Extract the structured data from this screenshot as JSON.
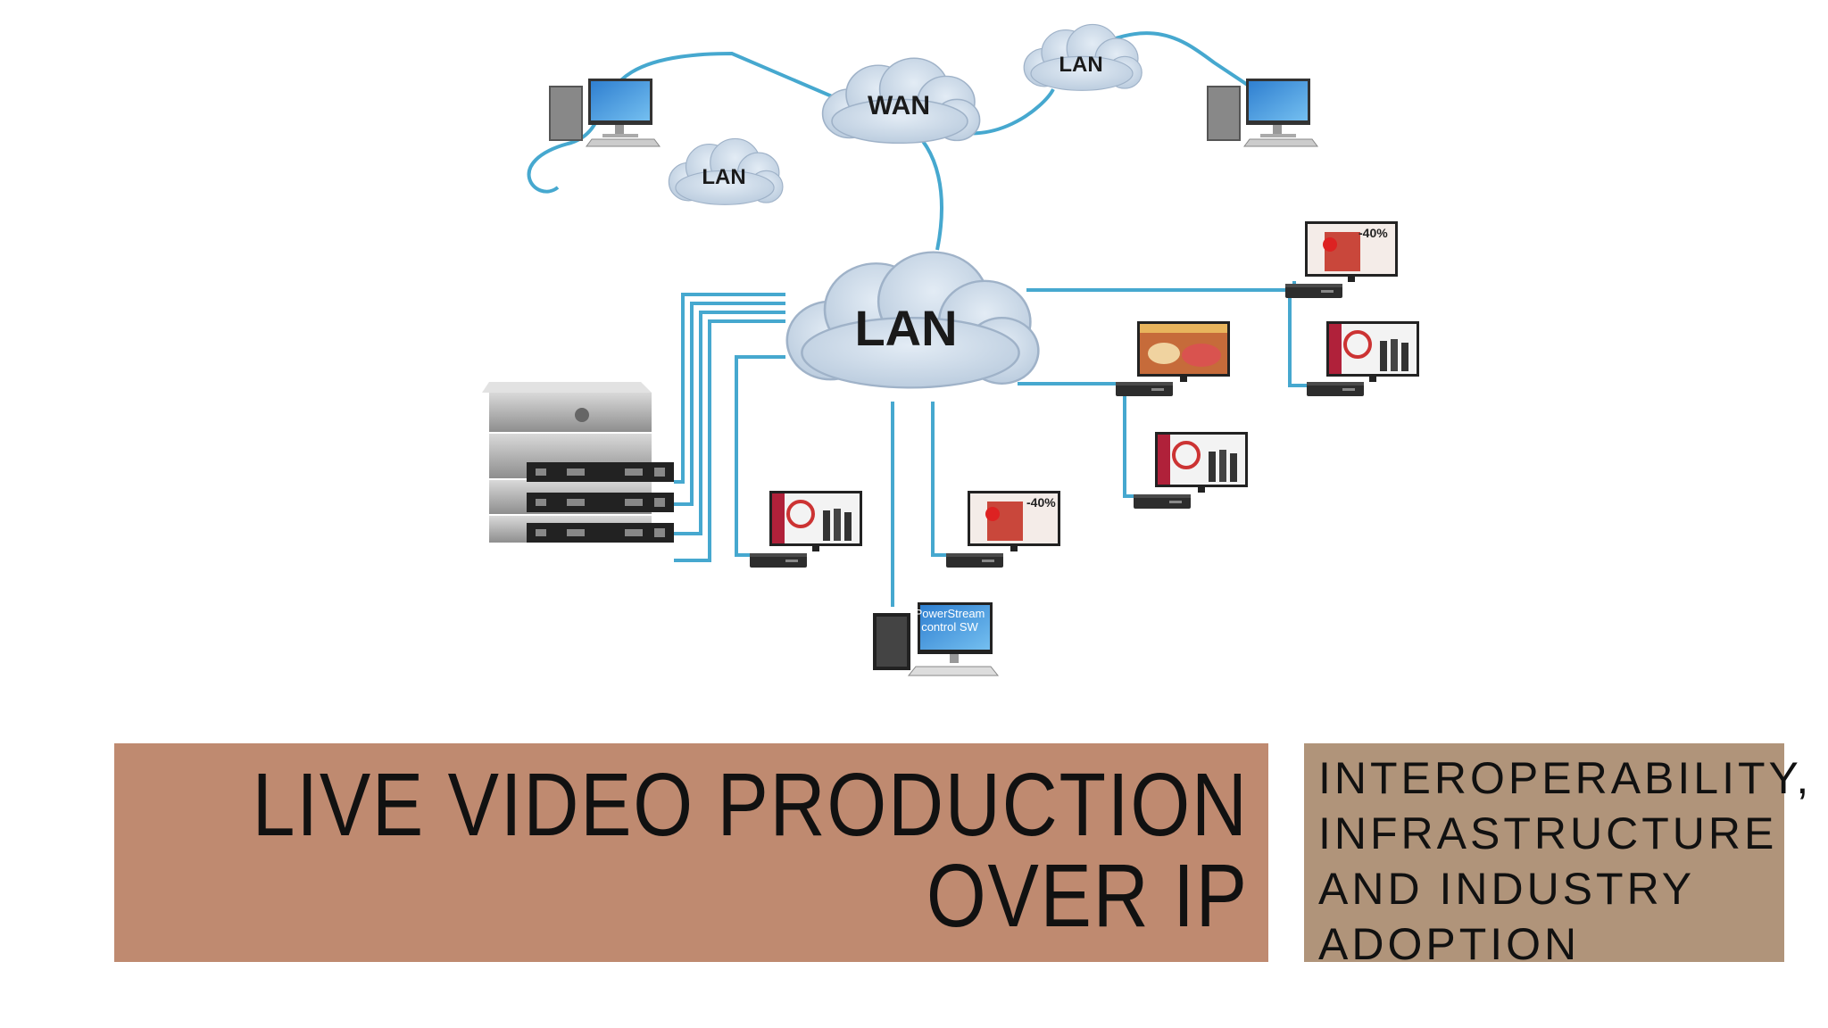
{
  "diagram": {
    "clouds": {
      "wan": "WAN",
      "lan_top_right": "LAN",
      "lan_left": "LAN",
      "lan_main": "LAN"
    },
    "control_pc_screen": [
      "PowerStream",
      "control SW"
    ],
    "display_promo": "-40%"
  },
  "title": {
    "line1": "LIVE VIDEO PRODUCTION",
    "line2": "OVER IP"
  },
  "subtitle": {
    "line1": "INTEROPERABILITY,",
    "line2": "INFRASTRUCTURE",
    "line3": "AND INDUSTRY",
    "line4": "ADOPTION"
  },
  "colors": {
    "title_bg": "#bf8a70",
    "subtitle_bg": "#b0947a",
    "cable": "#46a8cf",
    "cloud_fill": "#d3e0ec"
  }
}
